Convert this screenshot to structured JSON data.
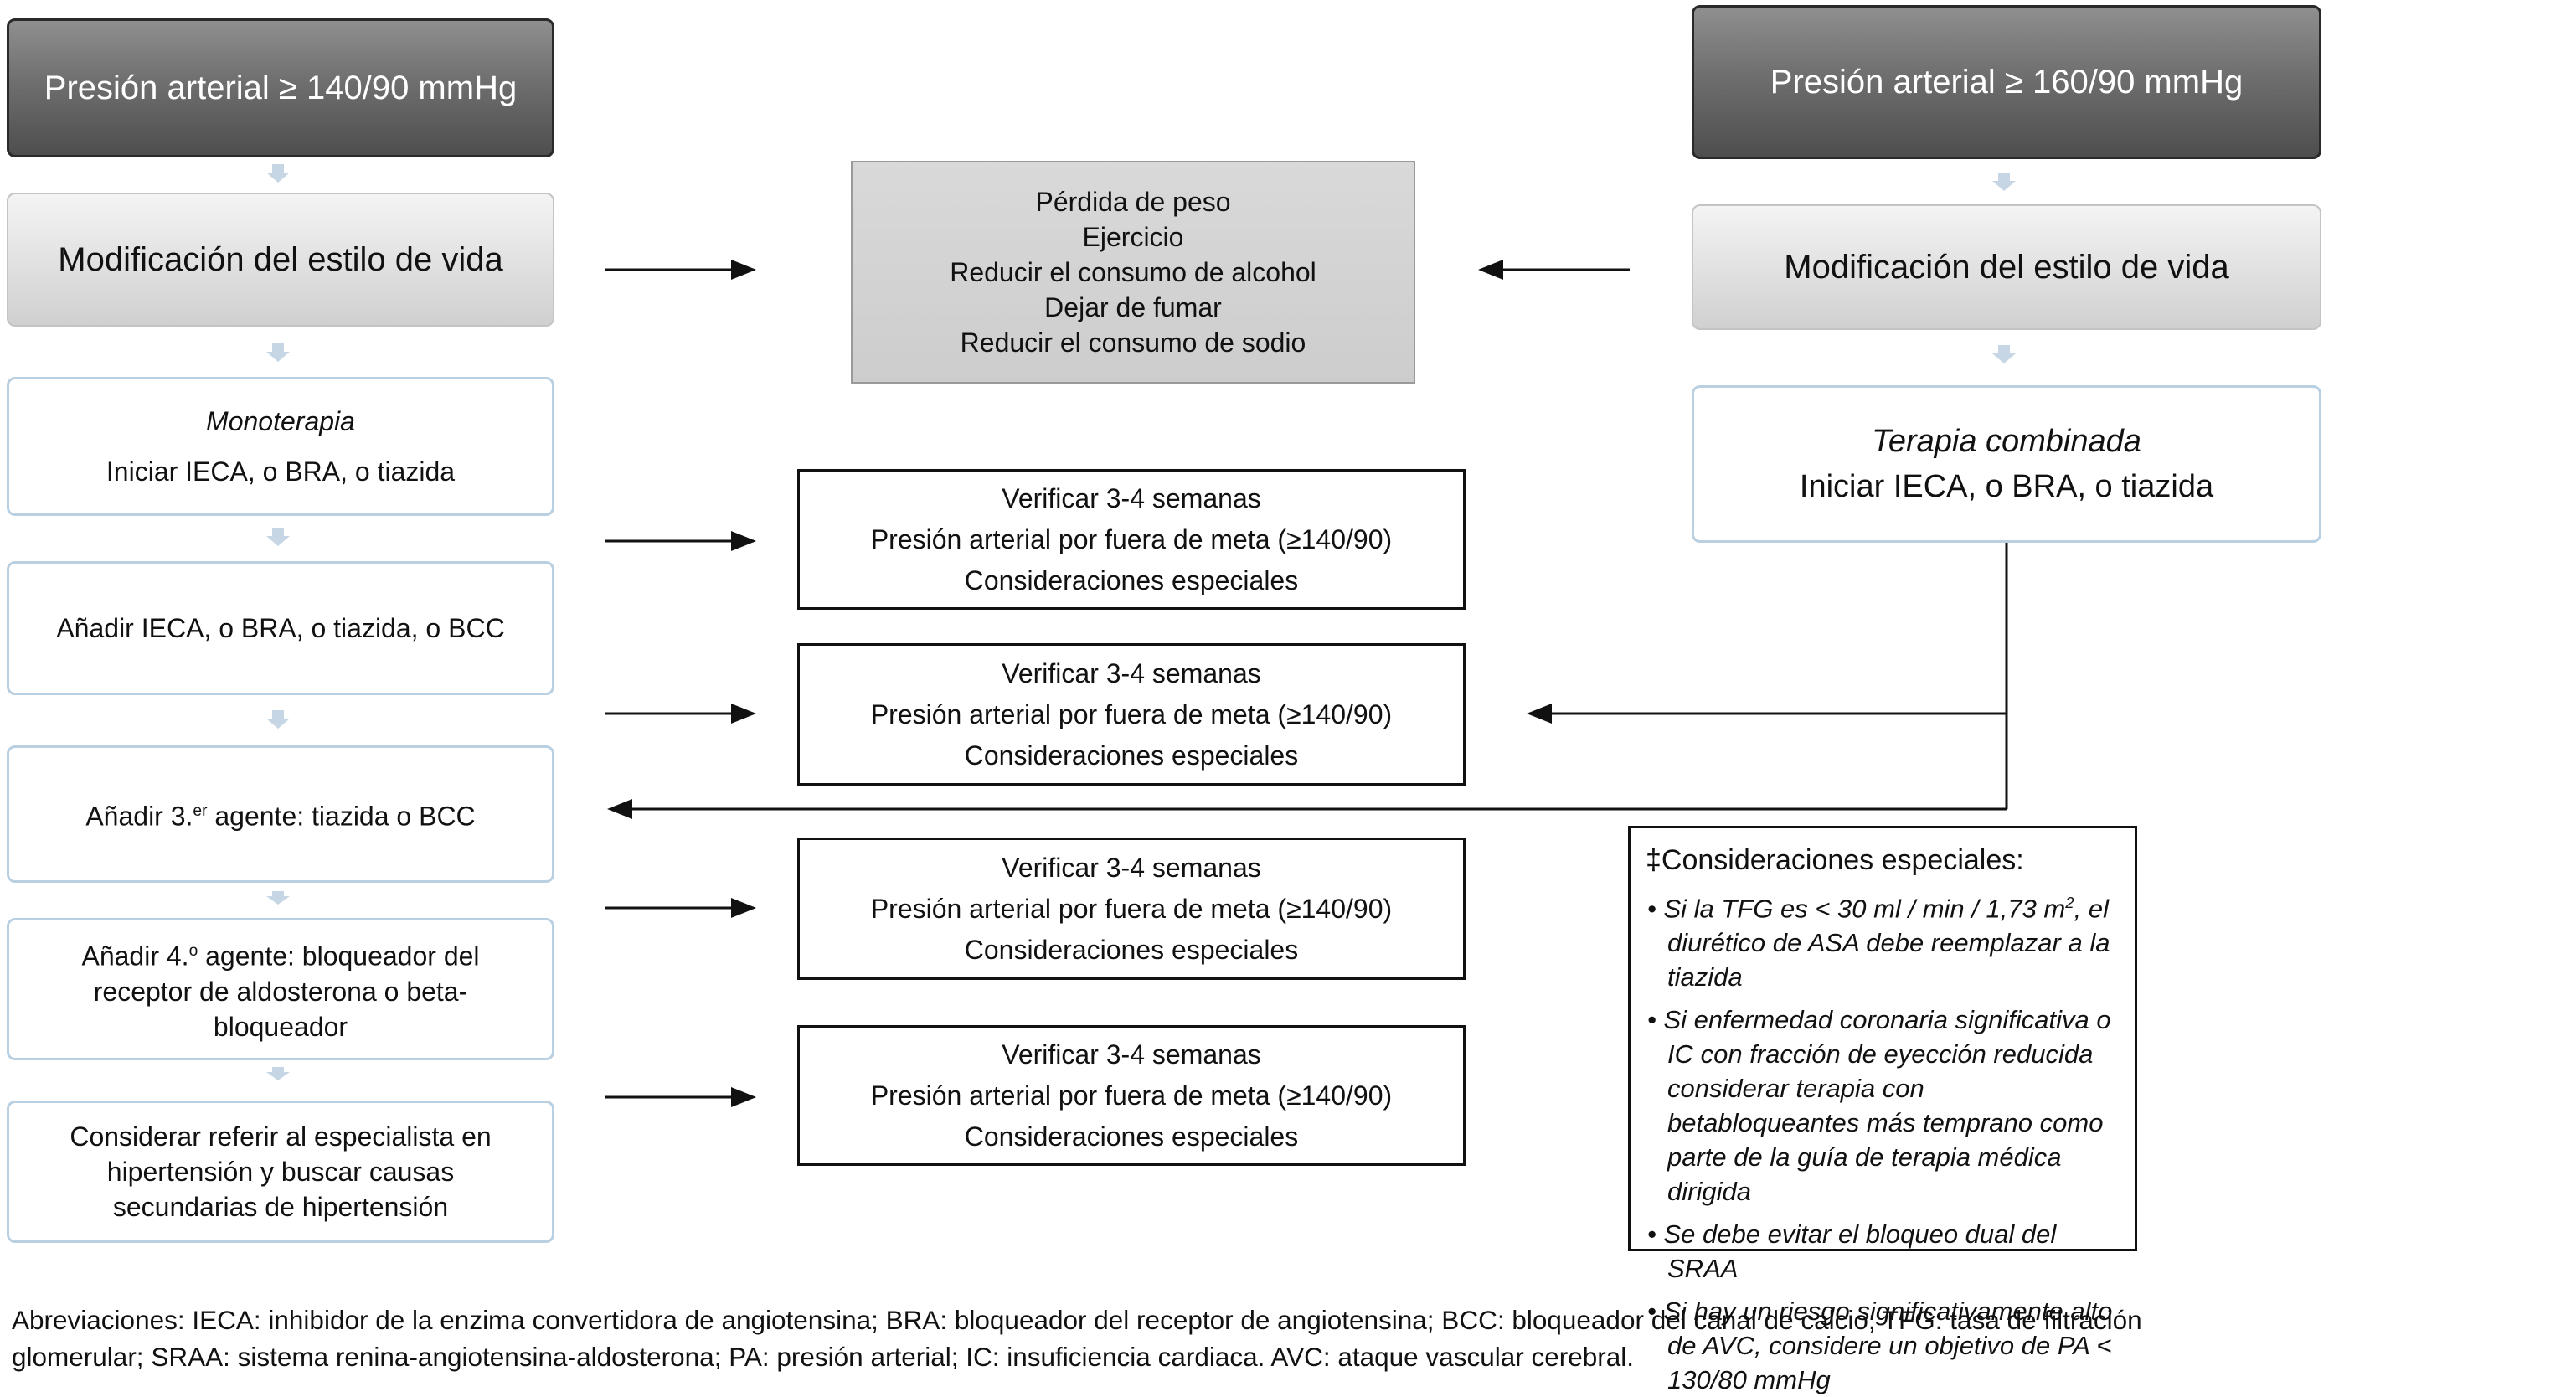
{
  "left_column": {
    "header": "Presión arterial ≥ 140/90 mmHg",
    "lifestyle": "Modificación del estilo de vida",
    "monotherapy_title": "Monoterapia",
    "monotherapy_text": "Iniciar IECA, o BRA, o tiazida",
    "step2": "Añadir IECA, o BRA, o tiazida, o BCC",
    "step3_prefix": "Añadir 3.",
    "step3_sup": "er",
    "step3_suffix": " agente: tiazida o BCC",
    "step4_prefix": "Añadir 4.",
    "step4_sup": "o",
    "step4_line1_rest": " agente: bloqueador del",
    "step4_line2": "receptor de aldosterona o beta-",
    "step4_line3": "bloqueador",
    "step5_line1": "Considerar referir al especialista en",
    "step5_line2": "hipertensión y buscar causas",
    "step5_line3": "secundarias de hipertensión"
  },
  "lifestyle_measures": [
    "Pérdida de peso",
    "Ejercicio",
    "Reducir el consumo de alcohol",
    "Dejar de fumar",
    "Reducir el consumo de sodio"
  ],
  "verify_boxes": [
    {
      "line1": "Verificar 3-4 semanas",
      "line2": "Presión arterial por fuera de meta (≥140/90)",
      "line3": "Consideraciones especiales"
    },
    {
      "line1": "Verificar 3-4 semanas",
      "line2": "Presión arterial por fuera de meta (≥140/90)",
      "line3": "Consideraciones especiales"
    },
    {
      "line1": "Verificar 3-4 semanas",
      "line2": "Presión arterial por fuera de meta (≥140/90)",
      "line3": "Consideraciones especiales"
    },
    {
      "line1": "Verificar 3-4 semanas",
      "line2": "Presión arterial por fuera de meta (≥140/90)",
      "line3": "Consideraciones especiales"
    }
  ],
  "right_column": {
    "header": "Presión arterial ≥ 160/90 mmHg",
    "lifestyle": "Modificación del estilo de vida",
    "combo_title": "Terapia combinada",
    "combo_text": "Iniciar IECA, o BRA, o tiazida"
  },
  "special_considerations": {
    "title": "‡Consideraciones especiales:",
    "item1_prefix": "• Si la TFG es < 30 ml / min / 1,73 m",
    "item1_sup": "2",
    "item1_suffix": ", el diurético de ASA debe reemplazar a la tiazida",
    "item2": "• Si enfermedad coronaria significativa o IC con fracción de eyección reducida considerar terapia con betabloqueantes más temprano como parte de la guía de terapia médica dirigida",
    "item3": "• Se debe evitar el bloqueo dual del SRAA",
    "item4": "• Si hay un riesgo significativamente alto de AVC, considere un objetivo de PA < 130/80 mmHg"
  },
  "abbreviations": {
    "line1": "Abreviaciones: IECA: inhibidor de la enzima convertidora de angiotensina; BRA: bloqueador del receptor de angiotensina; BCC: bloqueador del canal de calcio; TFG: tasa de filtración",
    "line2": "glomerular; SRAA: sistema renina-angiotensina-aldosterona; PA: presión arterial; IC: insuficiencia cardiaca. AVC: ataque vascular cerebral."
  }
}
